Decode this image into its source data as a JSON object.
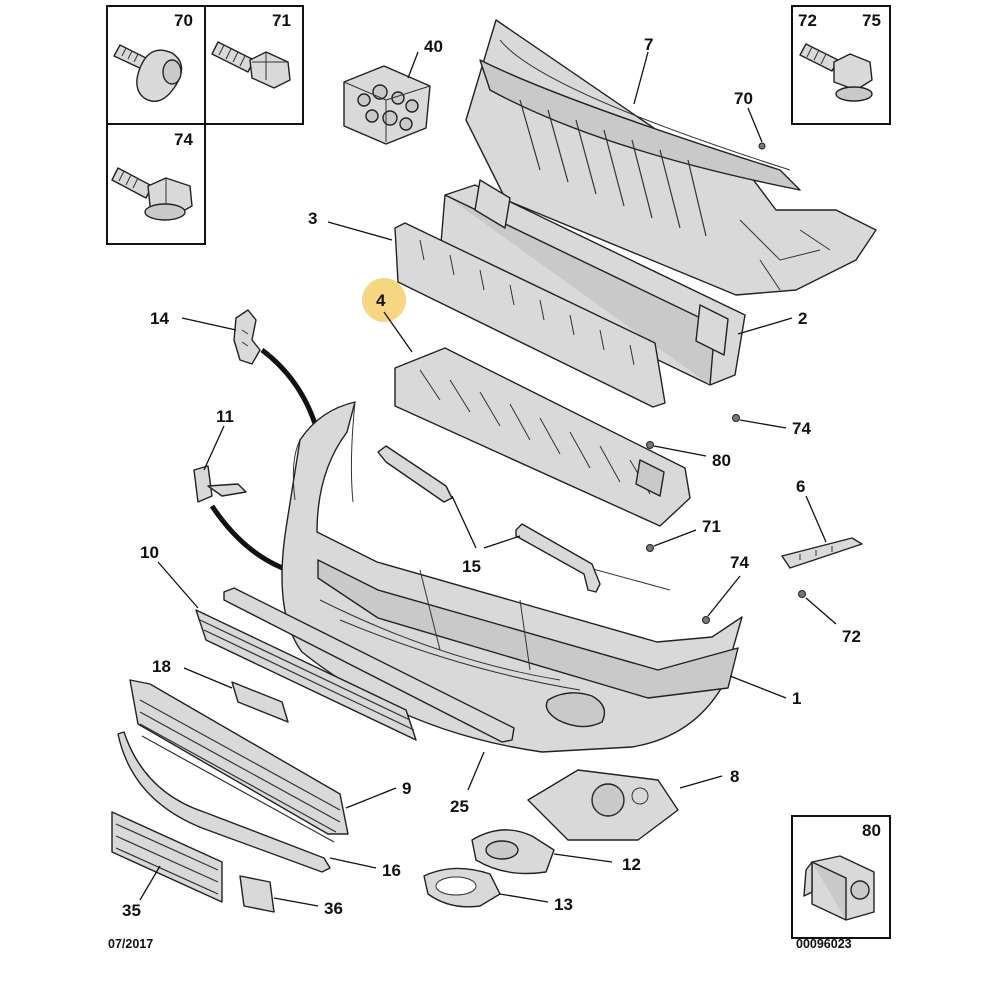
{
  "diagram": {
    "date_code": "07/2017",
    "reference_number": "00096023",
    "highlighted_callout": "4",
    "inset_labels": {
      "top_left_1": "70",
      "top_left_2": "71",
      "top_left_3": "74",
      "top_right_1": "72",
      "top_right_2": "75",
      "bottom_right": "80"
    },
    "callouts": {
      "c1": "1",
      "c2": "2",
      "c3": "3",
      "c4": "4",
      "c6": "6",
      "c7": "7",
      "c8": "8",
      "c9": "9",
      "c10": "10",
      "c11": "11",
      "c12": "12",
      "c13": "13",
      "c14": "14",
      "c15": "15",
      "c16": "16",
      "c18": "18",
      "c25": "25",
      "c35": "35",
      "c36": "36",
      "c40": "40",
      "c70": "70",
      "c71": "71",
      "c72": "72",
      "c74a": "74",
      "c74b": "74",
      "c80": "80"
    }
  }
}
